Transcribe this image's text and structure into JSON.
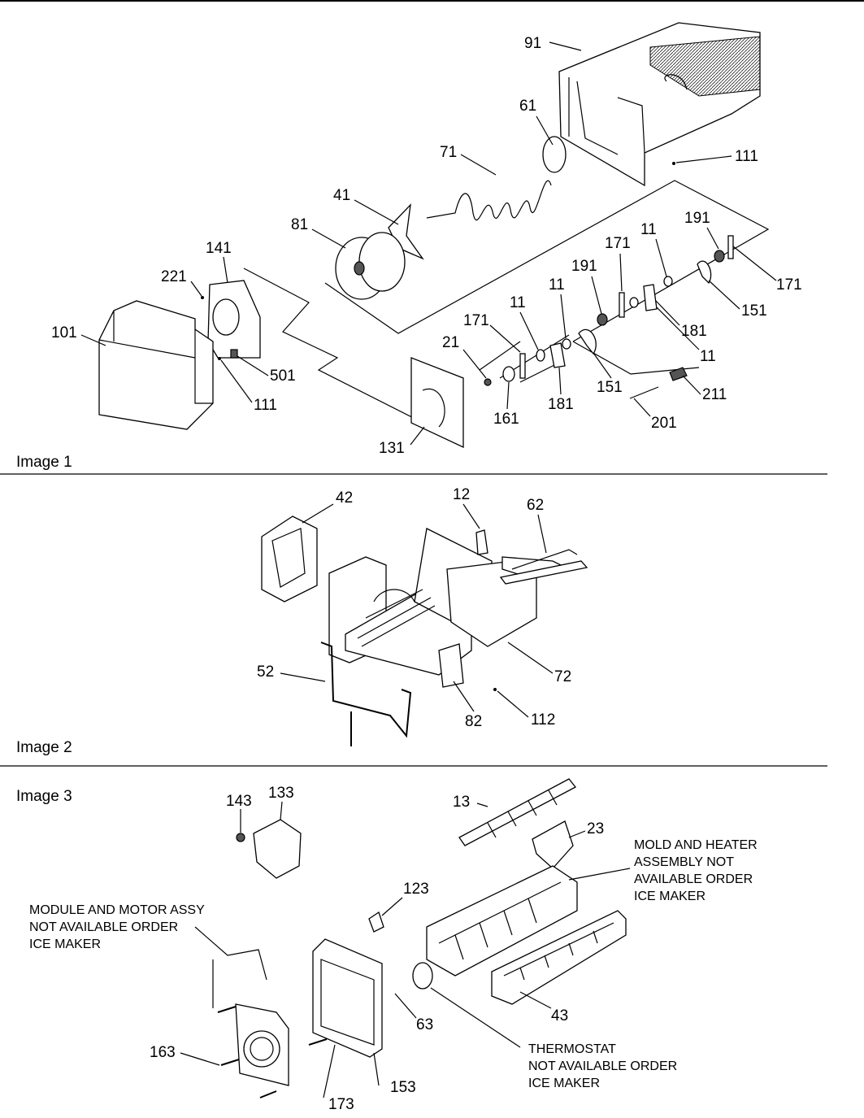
{
  "panels": [
    {
      "caption": "Image 1",
      "callouts": [
        "91",
        "61",
        "71",
        "111",
        "41",
        "81",
        "191",
        "171",
        "11",
        "141",
        "221",
        "191",
        "171",
        "11",
        "11",
        "171",
        "11",
        "151",
        "21",
        "181",
        "181",
        "101",
        "501",
        "111",
        "11",
        "151",
        "211",
        "161",
        "181",
        "201",
        "131"
      ]
    },
    {
      "caption": "Image 2",
      "callouts": [
        "42",
        "12",
        "62",
        "52",
        "72",
        "82",
        "112"
      ]
    },
    {
      "caption": "Image 3",
      "callouts": [
        "143",
        "133",
        "13",
        "23",
        "123",
        "63",
        "43",
        "163",
        "173",
        "153"
      ]
    }
  ],
  "notes": {
    "mold_heater": [
      "MOLD AND HEATER",
      "ASSEMBLY NOT",
      "AVAILABLE ORDER",
      "ICE MAKER"
    ],
    "module_motor": [
      "MODULE AND MOTOR ASSY",
      "NOT AVAILABLE ORDER",
      "ICE MAKER"
    ],
    "thermostat": [
      "THERMOSTAT",
      "NOT AVAILABLE ORDER",
      "ICE MAKER"
    ]
  }
}
